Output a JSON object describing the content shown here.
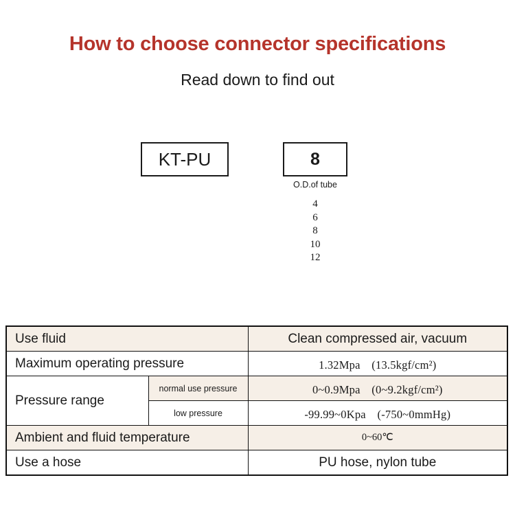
{
  "header": {
    "title": "How to choose connector specifications",
    "subtitle": "Read down to find out",
    "title_color": "#b5342b"
  },
  "selector": {
    "series_box": {
      "value": "KT-PU",
      "caption": ""
    },
    "size_box": {
      "value": "8",
      "caption": "O.D.of tube",
      "options": [
        "4",
        "6",
        "8",
        "10",
        "12"
      ]
    }
  },
  "spec_table": {
    "row_shade_color": "#f6efe7",
    "rows": [
      {
        "label": "Use fluid",
        "sublabel": null,
        "value": "Clean compressed air, vacuum",
        "shaded": true
      },
      {
        "label": "Maximum operating pressure",
        "sublabel": null,
        "value": "1.32Mpa　(13.5kgf/cm²)",
        "shaded": false
      },
      {
        "label": "Pressure range",
        "sublabel": "normal use pressure",
        "value": "0~0.9Mpa　(0~9.2kgf/cm²)",
        "shaded": true
      },
      {
        "label": "",
        "sublabel": "low pressure",
        "value": "-99.99~0Kpa　(-750~0mmHg)",
        "shaded": false
      },
      {
        "label": "Ambient and fluid temperature",
        "sublabel": null,
        "value": "0~60℃",
        "shaded": true
      },
      {
        "label": "Use a hose",
        "sublabel": null,
        "value": "PU hose, nylon tube",
        "shaded": false
      }
    ]
  }
}
